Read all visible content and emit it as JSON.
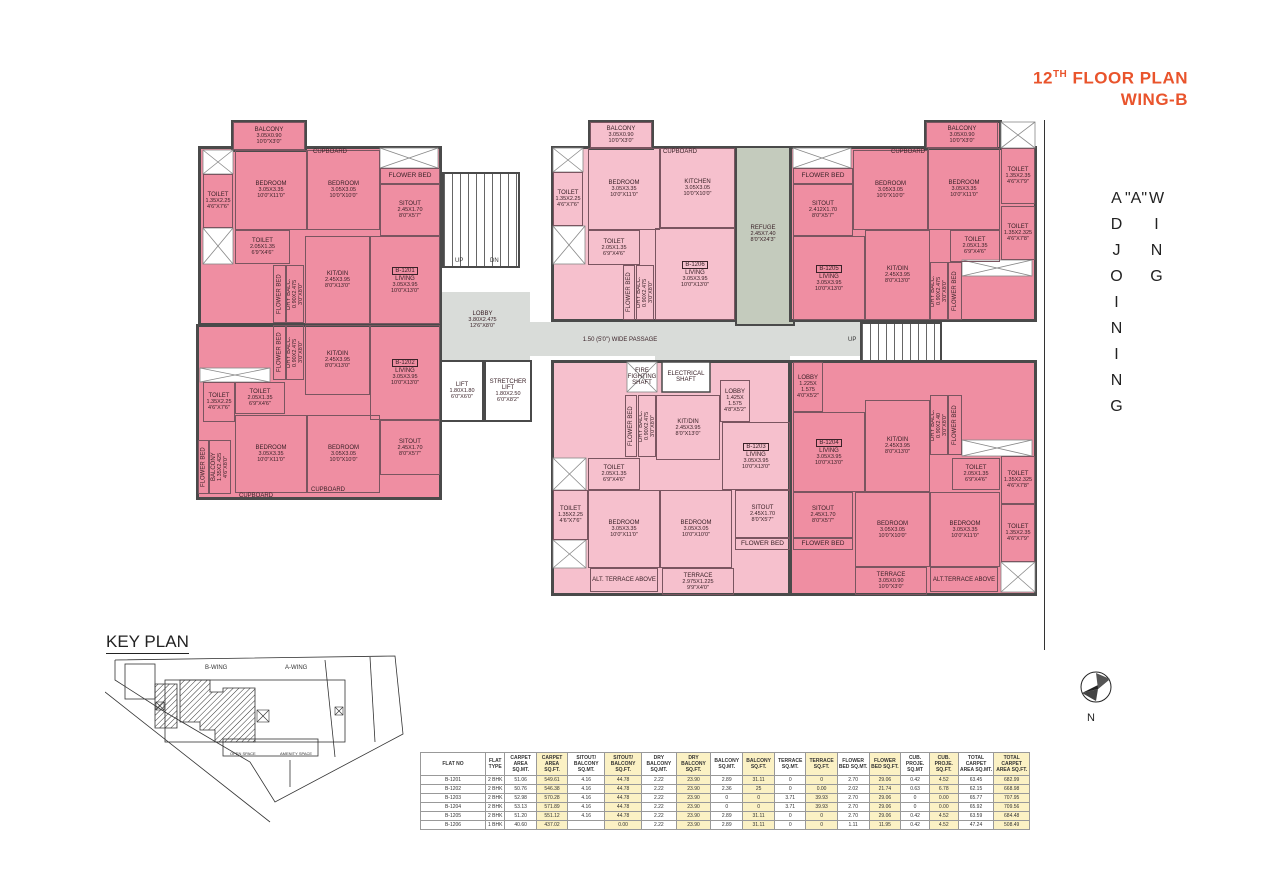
{
  "title": {
    "number": "12",
    "suffix": "TH",
    "line1_rest": " FLOOR PLAN",
    "line2": "WING-B",
    "color": "#e9542c"
  },
  "adjoining": {
    "line1": "ADJOINING",
    "line2": "\"A\"",
    "line3": "WING"
  },
  "colors": {
    "unit_dark": "#ef8ea2",
    "unit_light": "#f6c0cd",
    "core": "#d9dcd9",
    "refuge": "#c4cbbd",
    "wall": "#4a4a4a"
  },
  "stairs": {
    "up": "UP",
    "dn": "DN"
  },
  "rooms": [
    {
      "label": "BALCONY",
      "dims": [
        "3.05X0.90",
        "10'0\"X3'0\""
      ]
    },
    {
      "label": "TOILET",
      "dims": [
        "1.35X2.25",
        "4'6\"X7'6\""
      ]
    },
    {
      "label": "BEDROOM",
      "dims": [
        "3.05X3.35",
        "10'0\"X11'0\""
      ]
    },
    {
      "label": "BEDROOM",
      "dims": [
        "3.05X3.05",
        "10'0\"X10'0\""
      ]
    },
    {
      "label": "FLOWER BED",
      "dims": []
    },
    {
      "label": "SITOUT",
      "dims": [
        "2.45X1.70",
        "8'0\"X5'7\""
      ]
    },
    {
      "label": "TOILET",
      "dims": [
        "2.05X1.35",
        "6'9\"X4'6\""
      ]
    },
    {
      "label": "KIT/DIN",
      "dims": [
        "2.45X3.95",
        "8'0\"X13'0\""
      ]
    },
    {
      "tag": "B-1201",
      "label": "LIVING",
      "dims": [
        "3.05X3.95",
        "10'0\"X13'0\""
      ]
    },
    {
      "label": "FLOWER BED",
      "dims": []
    },
    {
      "label": "DRY BALC.",
      "dims": [
        "0.90X2.475",
        "3'0\"X8'0\""
      ]
    },
    {
      "label": "FLOWER BED",
      "dims": []
    },
    {
      "label": "DRY BALC.",
      "dims": [
        "0.90X2.475",
        "3'0\"X8'0\""
      ]
    },
    {
      "label": "KIT/DIN",
      "dims": [
        "2.45X3.95",
        "8'0\"X13'0\""
      ]
    },
    {
      "tag": "B-1202",
      "label": "LIVING",
      "dims": [
        "3.05X3.95",
        "10'0\"X13'0\""
      ]
    },
    {
      "label": "TOILET",
      "dims": [
        "1.35X2.25",
        "4'6\"X7'6\""
      ]
    },
    {
      "label": "TOILET",
      "dims": [
        "2.05X1.35",
        "6'9\"X4'6\""
      ]
    },
    {
      "label": "BEDROOM",
      "dims": [
        "3.05X3.35",
        "10'0\"X11'0\""
      ]
    },
    {
      "label": "BEDROOM",
      "dims": [
        "3.05X3.05",
        "10'0\"X10'0\""
      ]
    },
    {
      "label": "SITOUT",
      "dims": [
        "2.45X1.70",
        "8'0\"X5'7\""
      ]
    },
    {
      "label": "FLOWER BED",
      "dims": []
    },
    {
      "label": "BALCONY",
      "dims": [
        "1.35X2.425",
        "4'6\"X8'0\""
      ]
    },
    {
      "label": "LOBBY",
      "dims": [
        "3.80X2.475",
        "12'6\"X8'0\""
      ]
    },
    {
      "label": "LIFT",
      "dims": [
        "1.80X1.80",
        "6'0\"X6'0\""
      ]
    },
    {
      "label": "STRETCHER LIFT",
      "dims": [
        "1.80X2.50",
        "6'0\"X8'2\""
      ]
    },
    {
      "label": "1.50 (5'0\") WIDE PASSAGE",
      "dims": []
    },
    {
      "label": "REFUGE",
      "dims": [
        "2.45X7.40",
        "8'0\"X24'3\""
      ]
    },
    {
      "label": "FIRE FIGHTING SHAFT",
      "dims": []
    },
    {
      "label": "ELECTRICAL SHAFT",
      "dims": []
    },
    {
      "label": "BALCONY",
      "dims": [
        "3.05X0.90",
        "10'0\"X3'0\""
      ]
    },
    {
      "label": "TOILET",
      "dims": [
        "1.35X2.25",
        "4'6\"X7'6\""
      ]
    },
    {
      "label": "BEDROOM",
      "dims": [
        "3.05X3.35",
        "10'0\"X11'0\""
      ]
    },
    {
      "label": "KITCHEN",
      "dims": [
        "3.05X3.05",
        "10'0\"X10'0\""
      ]
    },
    {
      "label": "TOILET",
      "dims": [
        "2.05X1.35",
        "6'9\"X4'6\""
      ]
    },
    {
      "label": "FLOWER BED",
      "dims": []
    },
    {
      "label": "DRY BALC.",
      "dims": [
        "0.90X2.475",
        "3'0\"X8'0\""
      ]
    },
    {
      "tag": "B-1206",
      "label": "LIVING",
      "dims": [
        "3.05X3.95",
        "10'0\"X13'0\""
      ]
    },
    {
      "label": "BALCONY",
      "dims": [
        "3.05X0.90",
        "10'0\"X3'0\""
      ]
    },
    {
      "label": "FLOWER BED",
      "dims": []
    },
    {
      "label": "SITOUT",
      "dims": [
        "2.412X1.70",
        "8'0\"X5'7\""
      ]
    },
    {
      "label": "BEDROOM",
      "dims": [
        "3.05X3.05",
        "10'0\"X10'0\""
      ]
    },
    {
      "label": "BEDROOM",
      "dims": [
        "3.05X3.35",
        "10'0\"X11'0\""
      ]
    },
    {
      "label": "TOILET",
      "dims": [
        "1.35X2.35",
        "4'6\"X7'9\""
      ]
    },
    {
      "label": "TOILET",
      "dims": [
        "2.05X1.35",
        "6'9\"X4'6\""
      ]
    },
    {
      "label": "TOILET",
      "dims": [
        "1.35X2.325",
        "4'6\"X7'8\""
      ]
    },
    {
      "label": "KIT/DIN",
      "dims": [
        "2.45X3.95",
        "8'0\"X13'0\""
      ]
    },
    {
      "tag": "B-1205",
      "label": "LIVING",
      "dims": [
        "3.05X3.95",
        "10'0\"X13'0\""
      ]
    },
    {
      "label": "DRY BALC.",
      "dims": [
        "0.90X2.475",
        "3'0\"X8'0\""
      ]
    },
    {
      "label": "FLOWER BED",
      "dims": []
    },
    {
      "label": "FLOWER BED",
      "dims": []
    },
    {
      "label": "DRY BALC.",
      "dims": [
        "0.90X2.475",
        "3'0\"X8'0\""
      ]
    },
    {
      "label": "KIT/DIN",
      "dims": [
        "2.45X3.95",
        "8'0\"X13'0\""
      ]
    },
    {
      "label": "LOBBY",
      "dims": [
        "1.425X",
        "1.575",
        "4'8\"X5'2\""
      ]
    },
    {
      "tag": "B-1203",
      "label": "LIVING",
      "dims": [
        "3.05X3.95",
        "10'0\"X13'0\""
      ]
    },
    {
      "label": "TOILET",
      "dims": [
        "2.05X1.35",
        "6'9\"X4'6\""
      ]
    },
    {
      "label": "TOILET",
      "dims": [
        "1.35X2.25",
        "4'6\"X7'6\""
      ]
    },
    {
      "label": "BEDROOM",
      "dims": [
        "3.05X3.35",
        "10'0\"X11'0\""
      ]
    },
    {
      "label": "BEDROOM",
      "dims": [
        "3.05X3.05",
        "10'0\"X10'0\""
      ]
    },
    {
      "label": "SITOUT",
      "dims": [
        "2.45X1.70",
        "8'0\"X5'7\""
      ]
    },
    {
      "label": "FLOWER BED",
      "dims": []
    },
    {
      "label": "ALT. TERRACE ABOVE",
      "dims": []
    },
    {
      "label": "TERRACE",
      "dims": [
        "2.975X1.225",
        "9'9\"X4'0\""
      ]
    },
    {
      "label": "LOBBY",
      "dims": [
        "1.225X",
        "1.575",
        "4'0\"X5'2\""
      ]
    },
    {
      "tag": "B-1204",
      "label": "LIVING",
      "dims": [
        "3.05X3.95",
        "10'0\"X13'0\""
      ]
    },
    {
      "label": "KIT/DIN",
      "dims": [
        "2.45X3.95",
        "8'0\"X13'0\""
      ]
    },
    {
      "label": "DRY BALC.",
      "dims": [
        "0.90X2.40",
        "3'0\"X8'0\""
      ]
    },
    {
      "label": "FLOWER BED",
      "dims": []
    },
    {
      "label": "TOILET",
      "dims": [
        "2.05X1.35",
        "6'9\"X4'6\""
      ]
    },
    {
      "label": "TOILET",
      "dims": [
        "1.35X2.325",
        "4'6\"X7'8\""
      ]
    },
    {
      "label": "SITOUT",
      "dims": [
        "2.45X1.70",
        "8'0\"X5'7\""
      ]
    },
    {
      "label": "FLOWER BED",
      "dims": []
    },
    {
      "label": "BEDROOM",
      "dims": [
        "3.05X3.05",
        "10'0\"X10'0\""
      ]
    },
    {
      "label": "BEDROOM",
      "dims": [
        "3.05X3.35",
        "10'0\"X11'0\""
      ]
    },
    {
      "label": "TOILET",
      "dims": [
        "1.35X2.35",
        "4'6\"X7'9\""
      ]
    },
    {
      "label": "TERRACE",
      "dims": [
        "3.05X0.90",
        "10'0\"X3'0\""
      ]
    },
    {
      "label": "ALT.TERRACE ABOVE",
      "dims": []
    },
    {
      "label": "CUPBOARD",
      "dims": []
    },
    {
      "label": "CUPBOARD",
      "dims": []
    },
    {
      "label": "CUPBOARD",
      "dims": []
    },
    {
      "label": "CUPBOARD",
      "dims": []
    },
    {
      "label": "CUPBOARD",
      "dims": []
    }
  ],
  "key_plan": {
    "title": "KEY PLAN",
    "labels": {
      "b_wing": "B-WING",
      "a_wing": "A-WING",
      "open_space": "OPEN SPACE",
      "amenity_space": "AMENITY SPACE"
    }
  },
  "compass": {
    "label": "N"
  },
  "area_table": {
    "headers": [
      "FLAT NO",
      "FLAT TYPE",
      "CARPET AREA SQ.MT.",
      "CARPET AREA SQ.FT.",
      "SITOUT/ BALCONY SQ.MT.",
      "SITOUT/ BALCONY SQ.FT.",
      "DRY BALCONY SQ.MT.",
      "DRY BALCONY SQ.FT.",
      "BALCONY SQ.MT.",
      "BALCONY SQ.FT.",
      "TERRACE SQ.MT.",
      "TERRACE SQ.FT.",
      "FLOWER BED SQ.MT.",
      "FLOWER BED SQ.FT.",
      "CUB. PROJE. SQ.MT",
      "CUB. PROJE. SQ.FT.",
      "TOTAL CARPET AREA SQ.MT.",
      "TOTAL CARPET AREA SQ.FT."
    ],
    "rows": [
      [
        "B-1201",
        "2 BHK",
        "51.06",
        "549.61",
        "4.16",
        "44.78",
        "2.22",
        "23.90",
        "2.89",
        "31.11",
        "0",
        "0",
        "2.70",
        "29.06",
        "0.42",
        "4.52",
        "63.45",
        "682.99"
      ],
      [
        "B-1202",
        "2 BHK",
        "50.76",
        "546.38",
        "4.16",
        "44.78",
        "2.22",
        "23.90",
        "2.36",
        "25",
        "0",
        "0.00",
        "2.02",
        "21.74",
        "0.63",
        "6.78",
        "62.15",
        "668.98"
      ],
      [
        "B-1203",
        "2 BHK",
        "52.98",
        "570.28",
        "4.16",
        "44.78",
        "2.22",
        "23.90",
        "0",
        "0",
        "3.71",
        "39.93",
        "2.70",
        "29.06",
        "0",
        "0.00",
        "65.77",
        "707.95"
      ],
      [
        "B-1204",
        "2 BHK",
        "53.13",
        "571.89",
        "4.16",
        "44.78",
        "2.22",
        "23.90",
        "0",
        "0",
        "3.71",
        "39.93",
        "2.70",
        "29.06",
        "0",
        "0.00",
        "65.92",
        "709.56"
      ],
      [
        "B-1205",
        "2 BHK",
        "51.20",
        "551.12",
        "4.16",
        "44.78",
        "2.22",
        "23.90",
        "2.89",
        "31.11",
        "0",
        "0",
        "2.70",
        "29.06",
        "0.42",
        "4.52",
        "63.59",
        "684.48"
      ],
      [
        "B-1206",
        "1 BHK",
        "40.60",
        "437.02",
        "",
        "0.00",
        "2.22",
        "23.90",
        "2.89",
        "31.11",
        "0",
        "0",
        "1.11",
        "11.95",
        "0.42",
        "4.52",
        "47.24",
        "508.49"
      ]
    ]
  }
}
